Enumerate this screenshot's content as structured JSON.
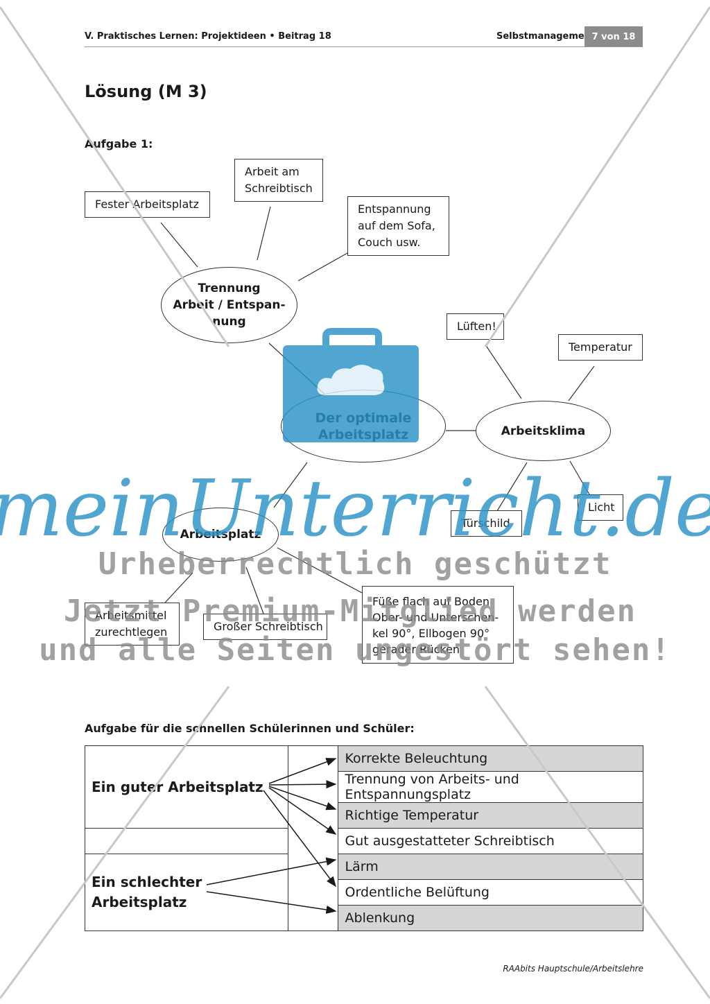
{
  "header": {
    "left": "V. Praktisches Lernen: Projektideen • Beitrag 18",
    "right": "Selbstmanagement",
    "page": "7 von 18"
  },
  "title": "Lösung (M 3)",
  "task1": {
    "heading": "Aufgabe 1:",
    "center": "Der optimale Arbeitsplatz",
    "trennung": "Trennung Arbeit / Entspan-nung",
    "trennung_lines": [
      "Trennung",
      "Arbeit / Entspan-",
      "nung"
    ],
    "klima": "Arbeitsklima",
    "platz": "Arbeitsplatz",
    "boxes": {
      "fester": "Fester Arbeitsplatz",
      "schreibtisch_arbeit": [
        "Arbeit am",
        "Schreibtisch"
      ],
      "sofa": [
        "Entspannung",
        "auf dem Sofa,",
        "Couch usw."
      ],
      "lueften": "Lüften!",
      "temperatur": "Temperatur",
      "licht": "Licht",
      "tuerschild": "Türschild",
      "arbeitsmittel": [
        "Arbeitsmittel",
        "zurechtlegen"
      ],
      "gross": "Großer Schreibtisch",
      "haltung": [
        "Füße flach auf Boden",
        "Ober- und Unterschen-",
        "kel 90°, Ellbogen 90°",
        "gerader Rücken"
      ]
    }
  },
  "task2": {
    "heading": "Aufgabe für die schnellen Schülerinnen und Schüler:",
    "good": "Ein guter Arbeitsplatz",
    "bad_lines": [
      "Ein schlechter",
      "Arbeitsplatz"
    ],
    "items": [
      "Korrekte Beleuchtung",
      "Trennung von Arbeits- und Entspannungsplatz",
      "Richtige Temperatur",
      "Gut ausgestatteter Schreibtisch",
      "Lärm",
      "Ordentliche Belüftung",
      "Ablenkung"
    ]
  },
  "watermark": {
    "brand": "meinUnterricht.de",
    "line1": "Urheberrechtlich geschützt",
    "line2": "Jetzt Premium-Mitglied werden",
    "line3": "und alle Seiten ungestört sehen!"
  },
  "footer": "RAAbits Hauptschule/Arbeitslehre",
  "colors": {
    "badge": "#8c8c8c",
    "row_grey": "#d6d6d6",
    "watermark_blue": "#2a93c8"
  }
}
